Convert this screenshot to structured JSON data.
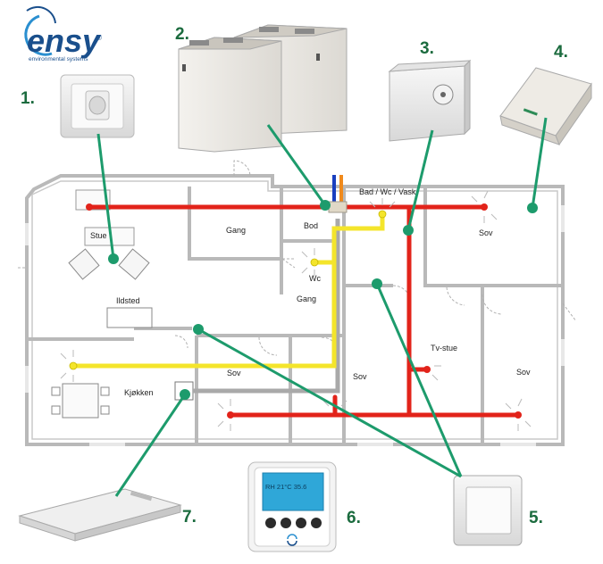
{
  "brand": {
    "name": "ensy",
    "registered": "®",
    "tagline": "environmental systems"
  },
  "products": {
    "p1": {
      "number": "1.",
      "icon": "motion-sensor-icon"
    },
    "p2": {
      "number": "2.",
      "icon": "ventilation-unit-icon"
    },
    "p3": {
      "number": "3.",
      "icon": "thermostat-icon"
    },
    "p4": {
      "number": "4.",
      "icon": "humidity-sensor-icon"
    },
    "p5": {
      "number": "5.",
      "icon": "wall-switch-icon"
    },
    "p6": {
      "number": "6.",
      "icon": "control-panel-icon",
      "display": "RH 21°C 35.6"
    },
    "p7": {
      "number": "7.",
      "icon": "cooker-hood-icon"
    }
  },
  "rooms": {
    "stue": "Stue",
    "gang_top": "Gang",
    "bod": "Bod",
    "bad": "Bad / Wc / Vask",
    "sov_tr": "Sov",
    "wc": "Wc",
    "gang_mid": "Gang",
    "ildsted": "Ildsted",
    "tvstue": "Tv-stue",
    "sov_mid": "Sov",
    "sov_center": "Sov",
    "sov_right": "Sov",
    "kjokken": "Kjøkken"
  },
  "colors": {
    "supply_duct": "#e2231a",
    "exhaust_duct": "#f4e52b",
    "extract_duct": "#a9a9a9",
    "connector": "#1d9b6c",
    "number_label": "#1b6b3e",
    "brand": "#1a4f8c"
  }
}
